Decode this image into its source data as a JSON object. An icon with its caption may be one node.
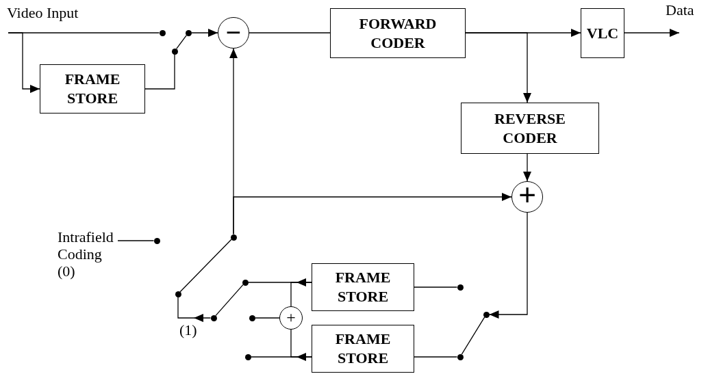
{
  "diagram": {
    "nodes": [
      {
        "text": [
          "FRAME STORE"
        ]
      },
      {
        "text": [
          "−"
        ]
      },
      {
        "text": [
          "FORWARD CODER"
        ]
      },
      {
        "text": [
          "VLC"
        ]
      },
      {
        "text": [
          "REVERSE CODER"
        ]
      },
      {
        "text": [
          "+"
        ]
      },
      {
        "text": [
          "FRAME STORE"
        ]
      },
      {
        "text": [
          "+"
        ]
      },
      {
        "text": [
          "FRAME STORE"
        ]
      },
      {
        "text": [],
        "shape": "circle"
      },
      {
        "text": [],
        "shape": "circle"
      },
      {
        "text": [],
        "shape": "circle"
      },
      {
        "text": [],
        "shape": "circle"
      },
      {
        "text": [],
        "shape": "circle"
      },
      {
        "text": [],
        "shape": "circle"
      },
      {
        "text": [],
        "shape": "circle"
      },
      {
        "text": [],
        "shape": "circle"
      },
      {
        "text": [],
        "shape": "circle"
      },
      {
        "text": [],
        "shape": "circle"
      },
      {
        "text": [],
        "shape": "circle"
      },
      {
        "text": [],
        "shape": "circle"
      },
      {
        "text": [],
        "shape": "circle"
      },
      {
        "text": [
          "Intrafield Coding (0)"
        ]
      }
    ],
    "edges": [
      {
        "from": null,
        "to": 9,
        "arrow": "none"
      },
      {
        "from": null,
        "to": 0,
        "arrow": "to"
      },
      {
        "from": 0,
        "to": 11,
        "arrow": "none"
      },
      {
        "from": 11,
        "to": 10,
        "arrow": "none"
      },
      {
        "from": 10,
        "to": 1,
        "arrow": "to"
      },
      {
        "from": 1,
        "to": 2,
        "arrow": "none"
      },
      {
        "from": 2,
        "to": 3,
        "arrow": "to"
      },
      {
        "from": 2,
        "to": 4,
        "arrow": "to"
      },
      {
        "from": 3,
        "to": null,
        "arrow": "to"
      },
      {
        "from": 4,
        "to": 5,
        "arrow": "to"
      },
      {
        "from": 12,
        "to": 1,
        "arrow": "to"
      },
      {
        "from": 12,
        "to": 5,
        "arrow": "to"
      },
      {
        "from": 22,
        "to": 13,
        "arrow": "none"
      },
      {
        "from": 14,
        "to": 12,
        "arrow": "none"
      },
      {
        "from": 15,
        "to": 14,
        "arrow": "to"
      },
      {
        "from": 6,
        "to": 16,
        "arrow": "to"
      },
      {
        "from": 6,
        "to": 7,
        "arrow": "none"
      },
      {
        "from": 8,
        "to": 18,
        "arrow": "to"
      },
      {
        "from": 8,
        "to": 7,
        "arrow": "none"
      },
      {
        "from": 7,
        "to": 17,
        "arrow": "none"
      },
      {
        "from": 16,
        "to": 15,
        "arrow": "none"
      },
      {
        "from": 6,
        "to": 19,
        "arrow": "none"
      },
      {
        "from": 8,
        "to": 21,
        "arrow": "none"
      },
      {
        "from": 21,
        "to": 20,
        "arrow": "none"
      },
      {
        "from": 5,
        "to": 20,
        "arrow": "to"
      }
    ],
    "labels": [
      "Video Input",
      "Data",
      "(1)"
    ]
  }
}
